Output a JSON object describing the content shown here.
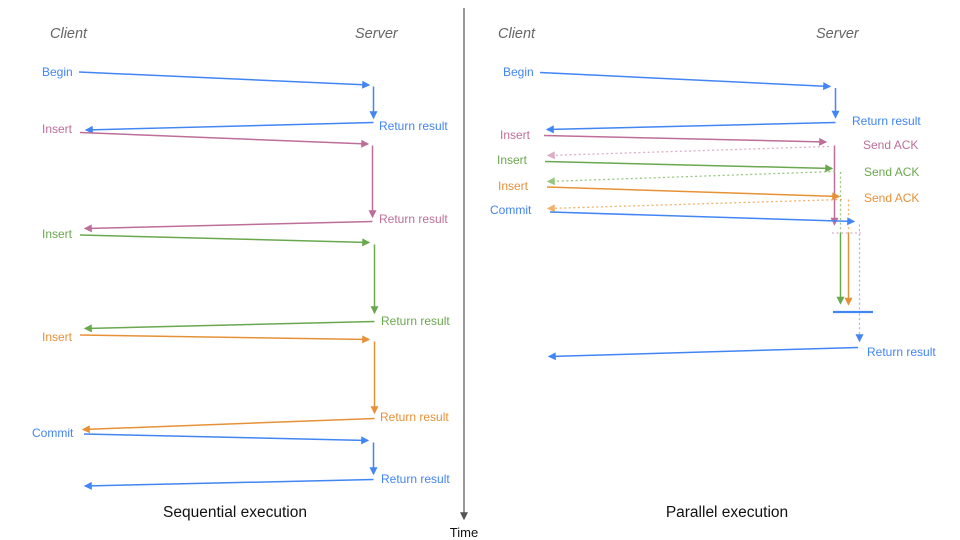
{
  "palette": {
    "blue": "#4285f4",
    "blue_dashed": "#97bcf2",
    "pink": "#bd6e99",
    "pink_dashed": "#dcaec8",
    "green": "#6aa84f",
    "green_dashed": "#97c77f",
    "orange": "#e69138",
    "orange_dashed": "#f2b169",
    "axis": "#555555",
    "header_text": "#666666",
    "caption_text": "#111111"
  },
  "time_axis": {
    "label": "Time"
  },
  "sequential": {
    "caption": "Sequential execution",
    "headers": {
      "client": "Client",
      "server": "Server"
    },
    "ops": {
      "begin": "Begin",
      "insert1": "Insert",
      "insert2": "Insert",
      "insert3": "Insert",
      "commit": "Commit"
    },
    "results": {
      "begin": "Return result",
      "insert1": "Return result",
      "insert2": "Return result",
      "insert3": "Return result",
      "commit": "Return result"
    }
  },
  "parallel": {
    "caption": "Parallel execution",
    "headers": {
      "client": "Client",
      "server": "Server"
    },
    "ops": {
      "begin": "Begin",
      "insert1": "Insert",
      "insert2": "Insert",
      "insert3": "Insert",
      "commit": "Commit"
    },
    "acks": {
      "insert1": "Send ACK",
      "insert2": "Send ACK",
      "insert3": "Send ACK"
    },
    "results": {
      "begin": "Return result",
      "final": "Return result"
    }
  }
}
